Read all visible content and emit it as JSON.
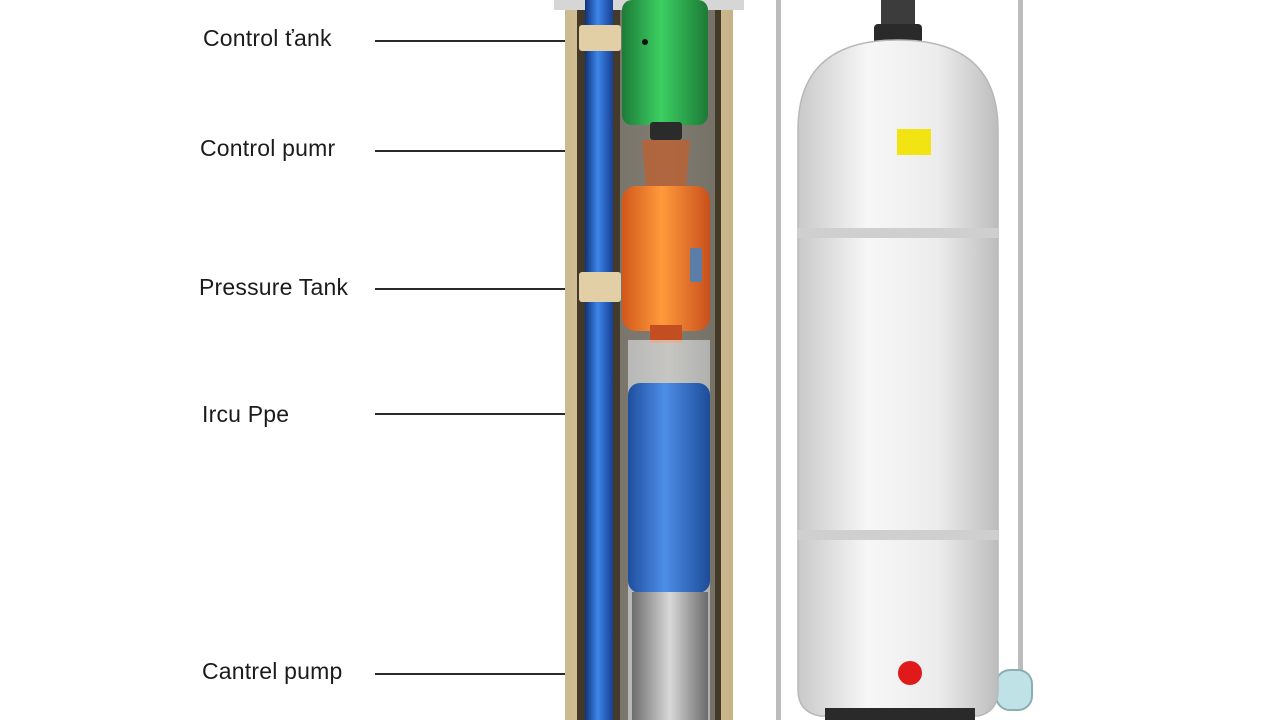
{
  "diagram": {
    "labels": [
      {
        "id": "control-tank",
        "text": "Control ťank"
      },
      {
        "id": "control-pump-upper",
        "text": "Control pumr"
      },
      {
        "id": "pressure-tank",
        "text": "Pressure Tank"
      },
      {
        "id": "iron-pipe",
        "text": "Ircu Ppe"
      },
      {
        "id": "control-pump-lower",
        "text": "Cantrel pump"
      }
    ]
  },
  "colors": {
    "well_casing": "#d9c9a6",
    "drop_pipe": "#2f6fd6",
    "motor_green": "#2ea84f",
    "pump_orange": "#ee7a25",
    "pump_body_blue": "#2f6fbf",
    "tank_white": "#eeeeee",
    "tank_indicator_yellow": "#f2e312",
    "tank_indicator_red": "#e01a1a"
  }
}
